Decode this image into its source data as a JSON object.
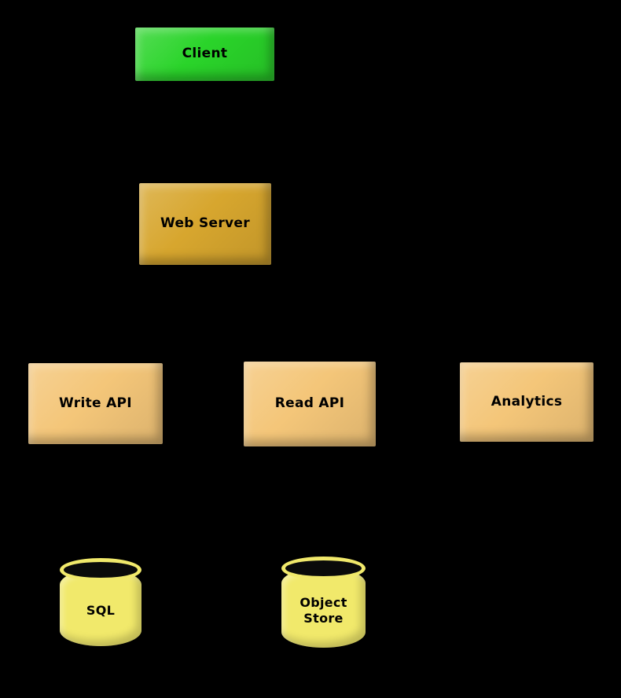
{
  "diagram": {
    "background_color": "#000000",
    "nodes": [
      {
        "id": "client",
        "label": "Client",
        "shape": "rectangle",
        "color": "#2ad42a"
      },
      {
        "id": "web-server",
        "label": "Web Server",
        "shape": "rectangle",
        "color": "#d7a62e"
      },
      {
        "id": "write-api",
        "label": "Write API",
        "shape": "rectangle",
        "color": "#f4c679"
      },
      {
        "id": "read-api",
        "label": "Read API",
        "shape": "rectangle",
        "color": "#f4c679"
      },
      {
        "id": "analytics",
        "label": "Analytics",
        "shape": "rectangle",
        "color": "#f4c679"
      },
      {
        "id": "sql",
        "label": "SQL",
        "shape": "cylinder",
        "color": "#f1e96b"
      },
      {
        "id": "object-store",
        "label": "Object Store",
        "shape": "cylinder",
        "color": "#f1e96b"
      }
    ]
  }
}
